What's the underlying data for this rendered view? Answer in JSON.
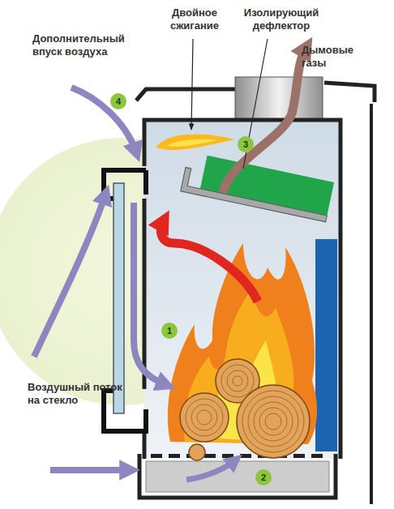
{
  "diagram": {
    "nodes": [
      {
        "text": [
          "4"
        ]
      },
      {
        "text": [
          "3"
        ]
      },
      {
        "text": [
          "1"
        ]
      },
      {
        "text": [
          "2"
        ]
      }
    ],
    "edges": [],
    "labels": [
      "Двойное сжигание",
      "Изолирующий дефлектор",
      "Дымовые газы",
      "Дополнительный впуск воздуха",
      "Воздушный поток на стекло"
    ]
  }
}
